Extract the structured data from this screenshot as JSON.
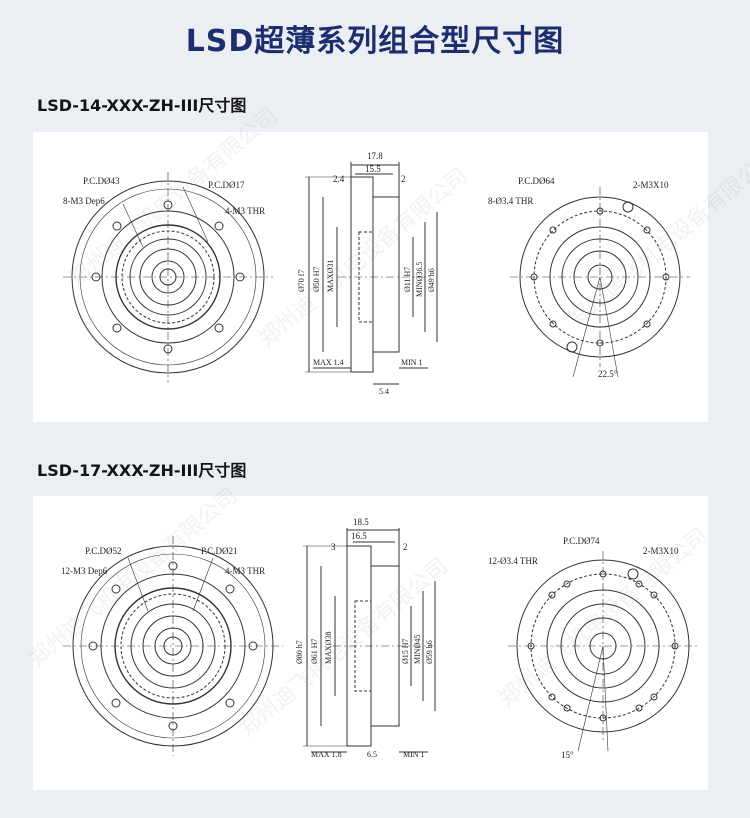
{
  "page_title": "LSD超薄系列组合型尺寸图",
  "watermark": "郑州迪飞机电设备有限公司",
  "sections": [
    {
      "title": "LSD-14-XXX-ZH-III尺寸图",
      "front": {
        "pcd_outer": "P.C.DØ43",
        "pcd_inner": "P.C.DØ17",
        "holes_left": "8-M3 Dep6",
        "holes_right": "4-M3 THR"
      },
      "side": {
        "top_total": "17.8",
        "top_inner": "15.5",
        "top_left": "2.4",
        "top_right": "2",
        "d1": "Ø70 f7",
        "d2": "Ø50 H7",
        "d3": "MAXØ31",
        "d4": "Ø11 H7",
        "d5": "MINØ36.5",
        "d6": "Ø49 h6",
        "bottom_left": "MAX 1.4",
        "bottom_right": "MIN 1",
        "bottom_mid": "5.4"
      },
      "back": {
        "pcd": "P.C.DØ64",
        "holes": "8-Ø3.4 THR",
        "tap": "2-M3X10",
        "angle": "22.5°"
      }
    },
    {
      "title": "LSD-17-XXX-ZH-III尺寸图",
      "front": {
        "pcd_outer": "P.C.DØ52",
        "pcd_inner": "P.C.DØ21",
        "holes_left": "12-M3 Dep6",
        "holes_right": "4-M3 THR"
      },
      "side": {
        "top_total": "18.5",
        "top_inner": "16.5",
        "top_left": "3",
        "top_right": "2",
        "d1": "Ø80 h7",
        "d2": "Ø61 H7",
        "d3": "MAXØ38",
        "d4": "Ø15 H7",
        "d5": "MINØ45",
        "d6": "Ø59 h6",
        "bottom_left": "MAX 1.8",
        "bottom_right": "MIN 1",
        "bottom_mid": "6.5"
      },
      "back": {
        "pcd": "P.C.DØ74",
        "holes": "12-Ø3.4 THR",
        "tap": "2-M3X10",
        "angle": "15°"
      }
    }
  ]
}
